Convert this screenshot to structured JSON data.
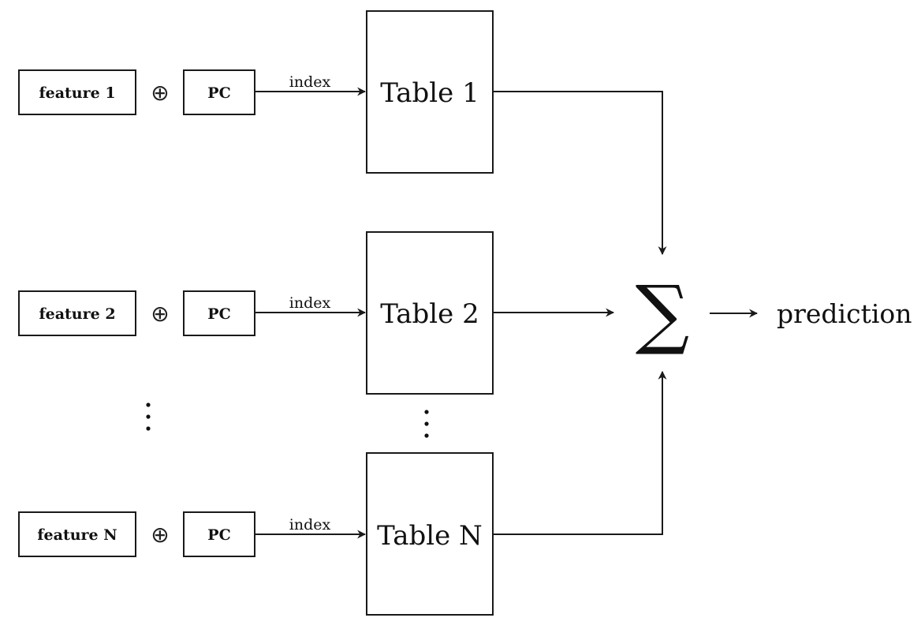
{
  "rows": [
    {
      "feature": "feature 1",
      "combine": "⊕",
      "pc": "PC",
      "edge_label": "index",
      "table": "Table 1"
    },
    {
      "feature": "feature 2",
      "combine": "⊕",
      "pc": "PC",
      "edge_label": "index",
      "table": "Table 2"
    },
    {
      "feature": "feature N",
      "combine": "⊕",
      "pc": "PC",
      "edge_label": "index",
      "table": "Table N"
    }
  ],
  "sum_symbol": "∑",
  "output_label": "prediction",
  "colors": {
    "stroke": "#1a1a1a",
    "background": "#ffffff",
    "text": "#111111"
  }
}
